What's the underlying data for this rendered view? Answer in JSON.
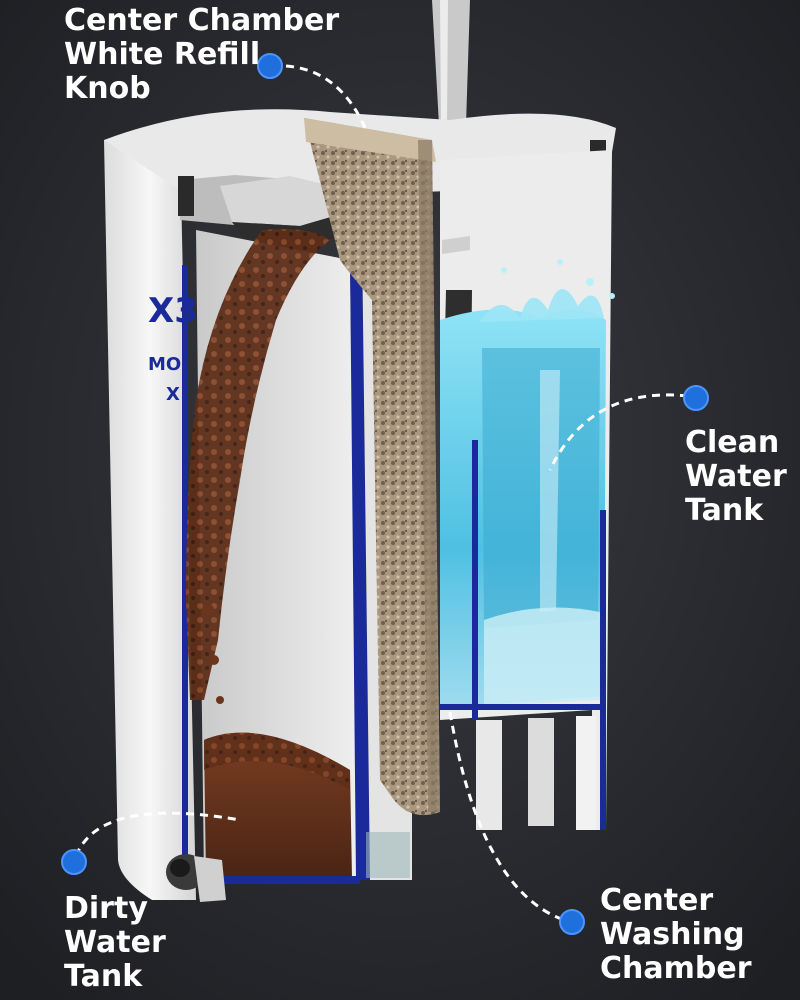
{
  "callouts": {
    "refill_knob": {
      "lines": [
        "Center Chamber",
        "White Refill",
        "Knob"
      ]
    },
    "clean_tank": {
      "lines": [
        "Clean",
        "Water",
        "Tank"
      ]
    },
    "washing_chamber": {
      "lines": [
        "Center",
        "Washing",
        "Chamber"
      ]
    },
    "dirty_tank": {
      "lines": [
        "Dirty",
        "Water",
        "Tank"
      ]
    }
  },
  "product_print": {
    "lines": [
      "X3",
      "MO",
      "X"
    ]
  },
  "colors": {
    "background": "#2b2c31",
    "dot": "#1f6fdc",
    "clean_water": "#5cc9e6",
    "dirty_water": "#5b2f1c",
    "body_white": "#f1f1f1",
    "trim_blue": "#1a2a9a"
  }
}
